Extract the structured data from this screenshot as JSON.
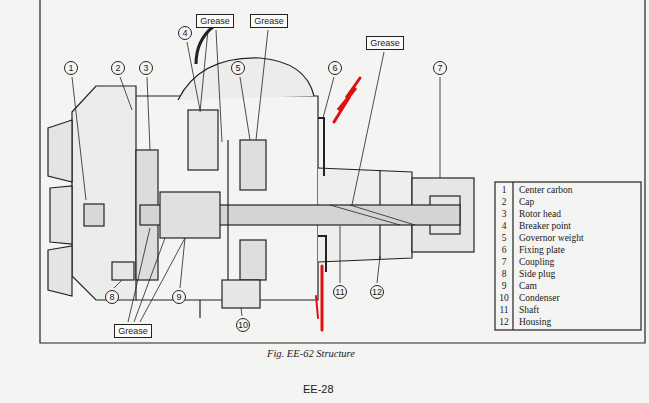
{
  "diagram": {
    "caption": "Fig. EE-62 Structure",
    "nodes": [
      {
        "text": [
          "Grease"
        ]
      },
      {
        "text": [
          "Grease"
        ]
      },
      {
        "text": [
          "4"
        ]
      },
      {
        "text": [
          "Grease"
        ]
      },
      {
        "text": [
          "1"
        ]
      },
      {
        "text": [
          "2"
        ]
      },
      {
        "text": [
          "3"
        ]
      },
      {
        "text": [
          "5"
        ]
      },
      {
        "text": [
          "6"
        ]
      },
      {
        "text": [
          "7"
        ]
      },
      {
        "text": [
          "11"
        ]
      },
      {
        "text": [
          "12"
        ]
      },
      {
        "text": [
          "8"
        ]
      },
      {
        "text": [
          "9"
        ]
      },
      {
        "text": [
          "10"
        ]
      },
      {
        "text": [
          "Grease"
        ]
      }
    ],
    "labels": [
      "1",
      "Center carbon",
      "2",
      "Cap",
      "3",
      "Rotor head",
      "4",
      "Breaker point",
      "5",
      "Governor weight",
      "6",
      "Fixing plate",
      "7",
      "Coupling",
      "8",
      "Side plug",
      "9",
      "Cam",
      "10",
      "Condenser",
      "11",
      "Shaft",
      "12",
      "Housing",
      "EE-28"
    ]
  }
}
